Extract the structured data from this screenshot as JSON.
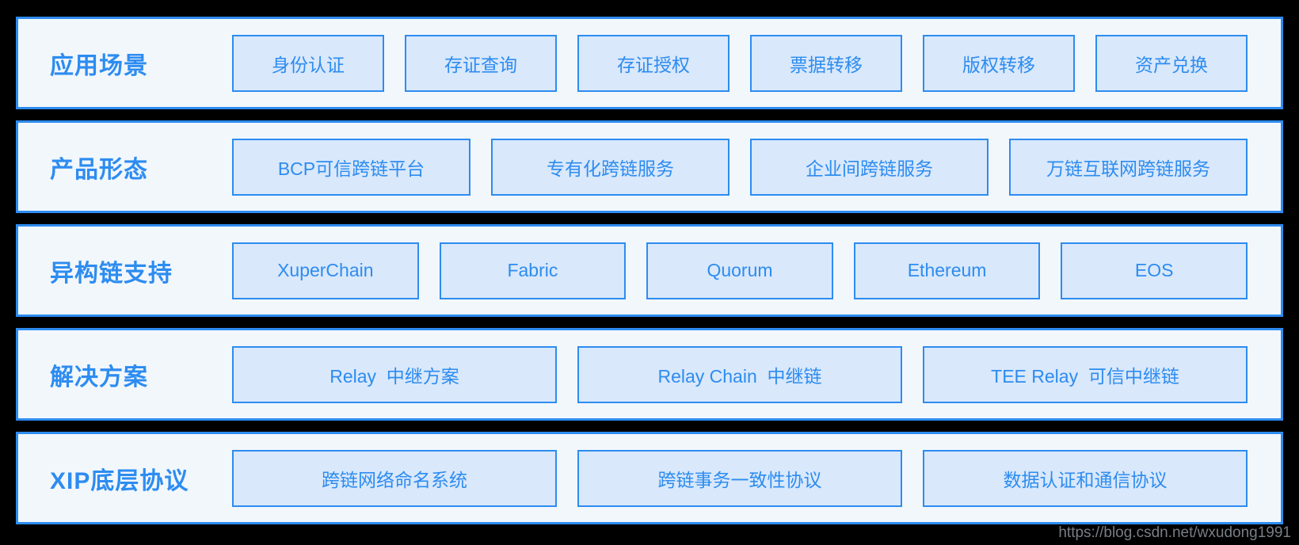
{
  "colors": {
    "page_bg": "#000000",
    "row_bg": "#f2f7fc",
    "box_bg": "#d9e8fb",
    "accent_blue": "#2d8cf0",
    "watermark_gray": "#8d939d"
  },
  "diagram": {
    "rows": [
      {
        "id": "application-scenarios",
        "label": "应用场景",
        "boxes": [
          "身份认证",
          "存证查询",
          "存证授权",
          "票据转移",
          "版权转移",
          "资产兑换"
        ]
      },
      {
        "id": "product-forms",
        "label": "产品形态",
        "boxes": [
          "BCP可信跨链平台",
          "专有化跨链服务",
          "企业间跨链服务",
          "万链互联网跨链服务"
        ]
      },
      {
        "id": "heterogeneous-chain-support",
        "label": "异构链支持",
        "boxes": [
          "XuperChain",
          "Fabric",
          "Quorum",
          "Ethereum",
          "EOS"
        ]
      },
      {
        "id": "solutions",
        "label": "解决方案",
        "boxes": [
          "Relay  中继方案",
          "Relay Chain  中继链",
          "TEE Relay  可信中继链"
        ]
      },
      {
        "id": "xip-base-protocols",
        "label": "XIP底层协议",
        "boxes": [
          "跨链网络命名系统",
          "跨链事务一致性协议",
          "数据认证和通信协议"
        ]
      }
    ]
  },
  "watermark": {
    "text": "https://blog.csdn.net/wxudong1991"
  }
}
